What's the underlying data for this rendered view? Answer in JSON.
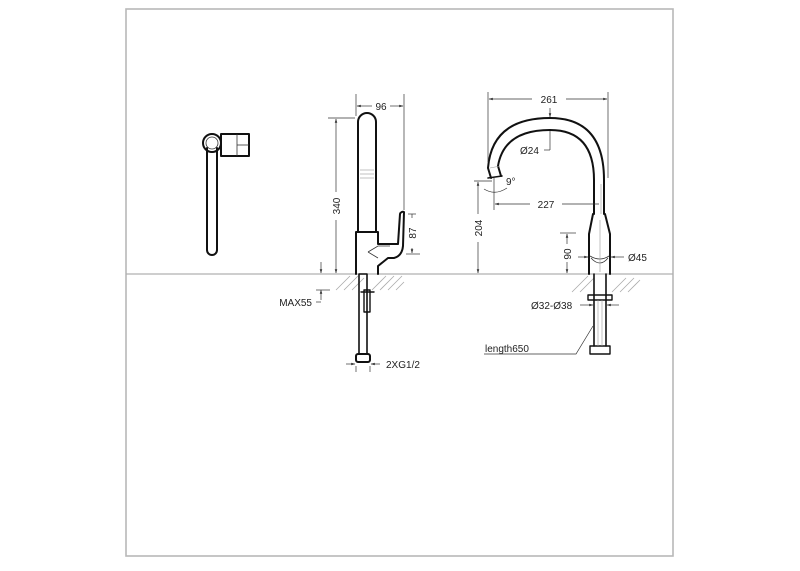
{
  "drawing": {
    "title": "Kitchen faucet dimension drawing",
    "colors": {
      "frame": "#b8b8b8",
      "outline": "#111111",
      "dimension": "#333333",
      "hatch": "#aaaaaa",
      "background": "#ffffff"
    },
    "views": {
      "top_view": {
        "label": ""
      },
      "side_view": {
        "dims": {
          "width_top": "96",
          "height": "340",
          "lever_height": "87",
          "max_deck": "MAX55",
          "connection": "2XG1/2"
        }
      },
      "front_view": {
        "dims": {
          "spout_span": "261",
          "spout_diameter": "Ø24",
          "tilt_angle": "9°",
          "reach": "227",
          "spout_height": "204",
          "body_height": "90",
          "body_diameter": "Ø45",
          "hole_diameter": "Ø32-Ø38",
          "hose_length": "length650"
        }
      }
    }
  }
}
